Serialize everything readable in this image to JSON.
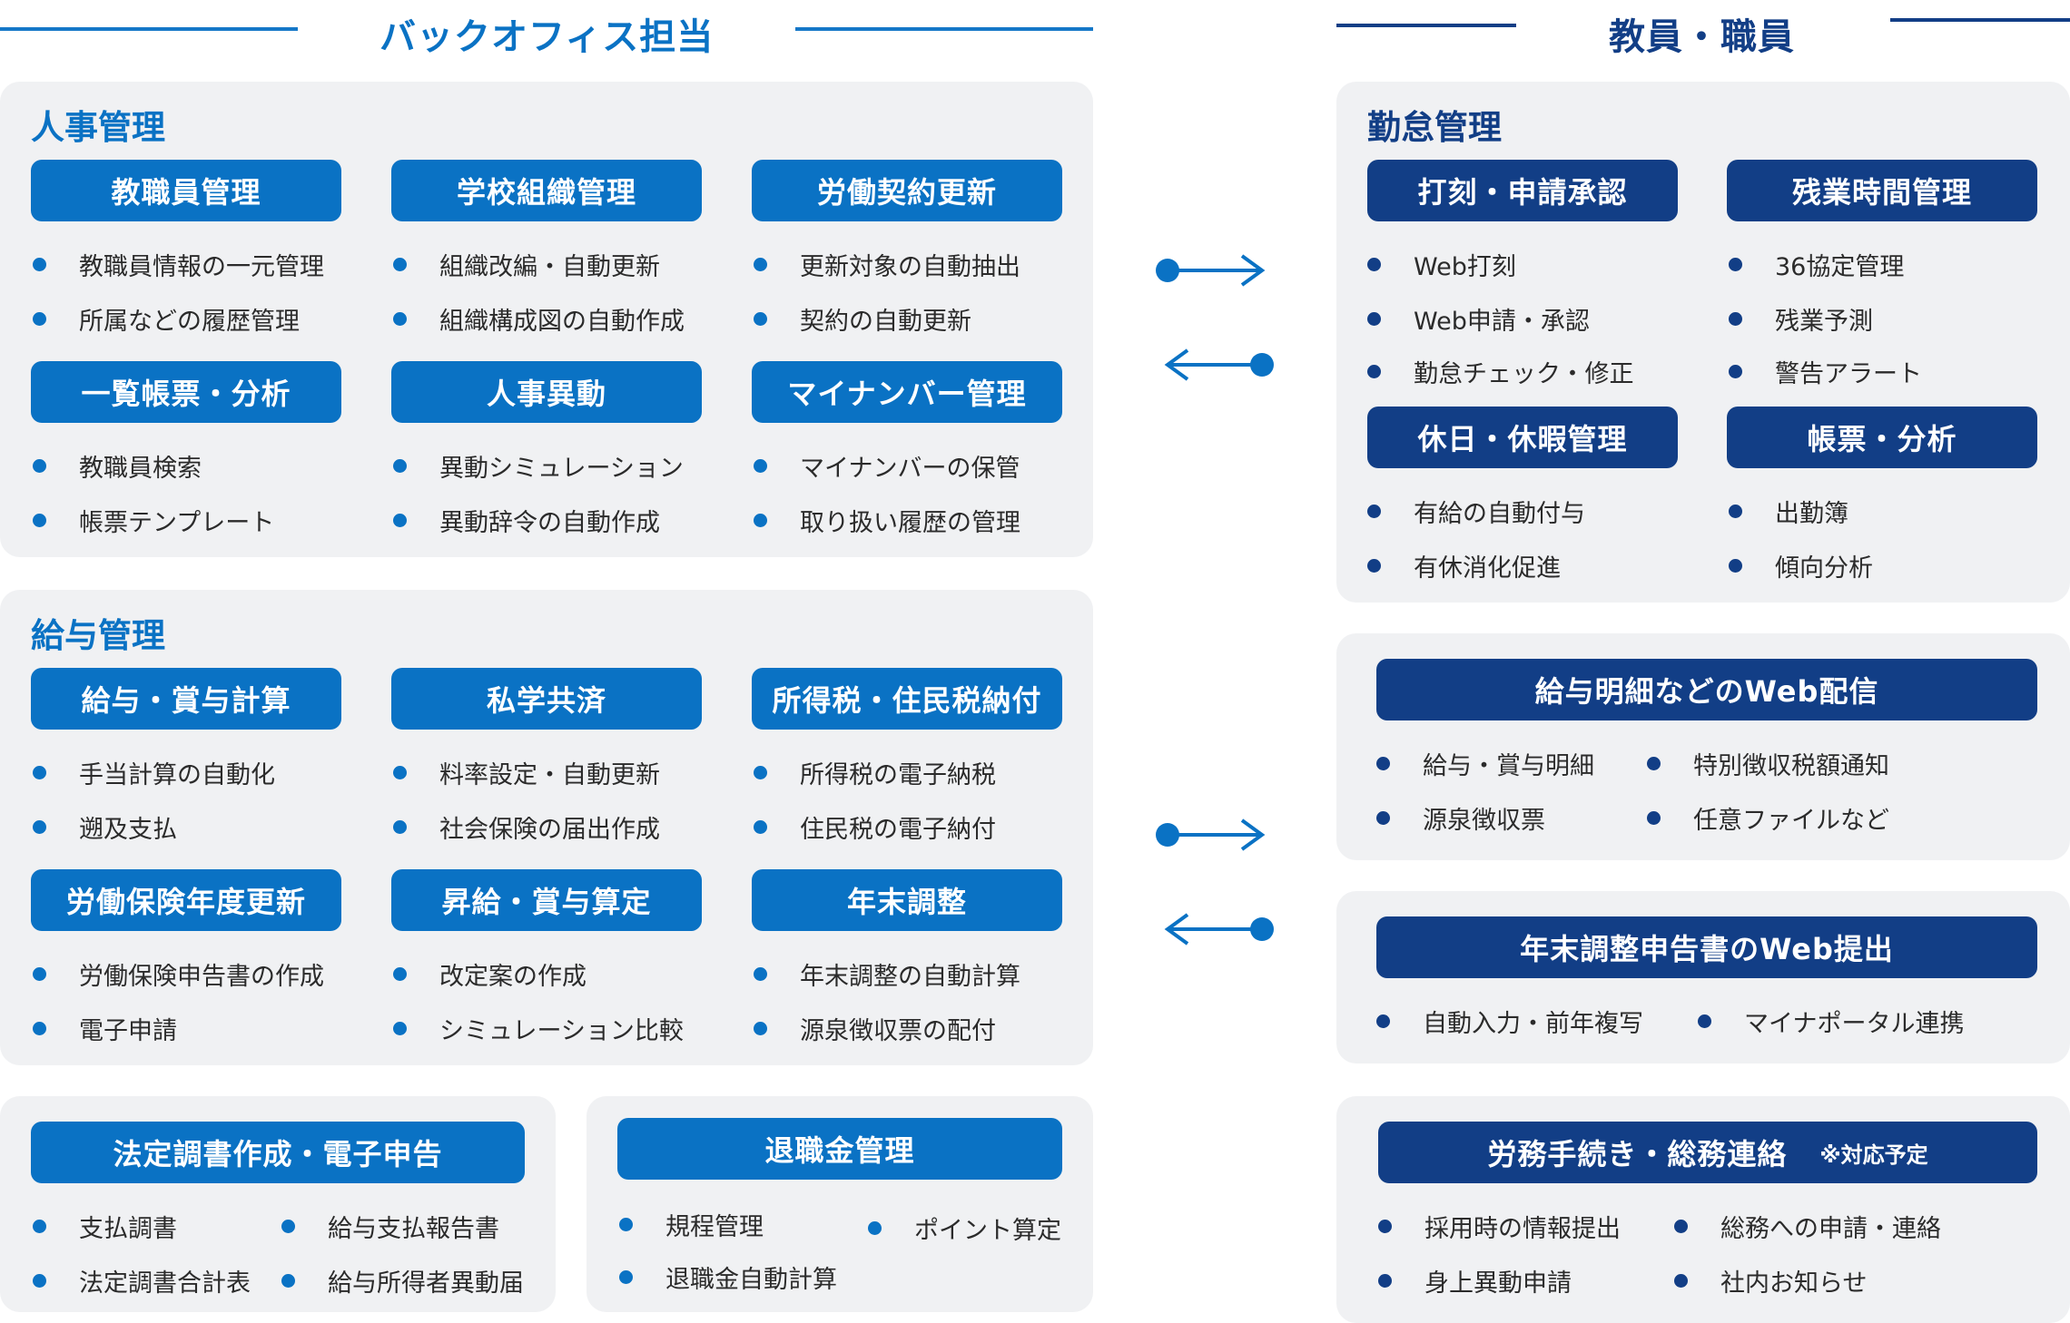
{
  "headings": {
    "back_office": "バックオフィス担当",
    "staff": "教員・職員"
  },
  "personnel": {
    "title": "人事管理",
    "groups": [
      {
        "label": "教職員管理",
        "items": [
          "教職員情報の一元管理",
          "所属などの履歴管理"
        ]
      },
      {
        "label": "学校組織管理",
        "items": [
          "組織改編・自動更新",
          "組織構成図の自動作成"
        ]
      },
      {
        "label": "労働契約更新",
        "items": [
          "更新対象の自動抽出",
          "契約の自動更新"
        ]
      },
      {
        "label": "一覧帳票・分析",
        "items": [
          "教職員検索",
          "帳票テンプレート"
        ]
      },
      {
        "label": "人事異動",
        "items": [
          "異動シミュレーション",
          "異動辞令の自動作成"
        ]
      },
      {
        "label": "マイナンバー管理",
        "items": [
          "マイナンバーの保管",
          "取り扱い履歴の管理"
        ]
      }
    ]
  },
  "payroll": {
    "title": "給与管理",
    "groups": [
      {
        "label": "給与・賞与計算",
        "items": [
          "手当計算の自動化",
          "遡及支払"
        ]
      },
      {
        "label": "私学共済",
        "items": [
          "料率設定・自動更新",
          "社会保険の届出作成"
        ]
      },
      {
        "label": "所得税・住民税納付",
        "items": [
          "所得税の電子納税",
          "住民税の電子納付"
        ]
      },
      {
        "label": "労働保険年度更新",
        "items": [
          "労働保険申告書の作成",
          "電子申請"
        ]
      },
      {
        "label": "昇給・賞与算定",
        "items": [
          "改定案の作成",
          "シミュレーション比較"
        ]
      },
      {
        "label": "年末調整",
        "items": [
          "年末調整の自動計算",
          "源泉徴収票の配付"
        ]
      }
    ]
  },
  "legal": {
    "label": "法定調書作成・電子申告",
    "items": [
      "支払調書",
      "法定調書合計表",
      "給与支払報告書",
      "給与所得者異動届"
    ]
  },
  "retirement": {
    "label": "退職金管理",
    "items": [
      "規程管理",
      "退職金自動計算",
      "ポイント算定"
    ]
  },
  "attendance": {
    "title": "勤怠管理",
    "groups": [
      {
        "label": "打刻・申請承認",
        "items": [
          "Web打刻",
          "Web申請・承認",
          "勤怠チェック・修正"
        ]
      },
      {
        "label": "残業時間管理",
        "items": [
          "36協定管理",
          "残業予測",
          "警告アラート"
        ]
      },
      {
        "label": "休日・休暇管理",
        "items": [
          "有給の自動付与",
          "有休消化促進"
        ]
      },
      {
        "label": "帳票・分析",
        "items": [
          "出勤簿",
          "傾向分析"
        ]
      }
    ]
  },
  "payslip": {
    "label": "給与明細などのWeb配信",
    "items": [
      "給与・賞与明細",
      "源泉徴収票",
      "特別徴収税額通知",
      "任意ファイルなど"
    ]
  },
  "yearend_web": {
    "label": "年末調整申告書のWeb提出",
    "items": [
      "自動入力・前年複写",
      "マイナポータル連携"
    ]
  },
  "labor": {
    "label": "労務手続き・総務連絡",
    "note": "※対応予定",
    "items": [
      "採用時の情報提出",
      "身上異動申請",
      "総務への申請・連絡",
      "社内お知らせ"
    ]
  },
  "colors": {
    "primary": "#0a72c4",
    "dark": "#123e86",
    "panel": "#f0f1f3"
  }
}
